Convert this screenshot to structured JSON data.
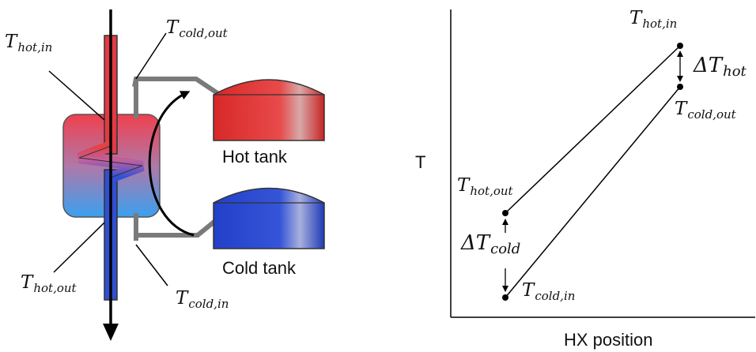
{
  "left": {
    "labels": {
      "t_hot_in": {
        "base": "T",
        "sub": "hot,in"
      },
      "t_cold_out": {
        "base": "T",
        "sub": "cold,out"
      },
      "t_hot_out": {
        "base": "T",
        "sub": "hot,out"
      },
      "t_cold_in": {
        "base": "T",
        "sub": "cold,in"
      }
    },
    "hot_tank_label": "Hot tank",
    "cold_tank_label": "Cold tank",
    "colors": {
      "hot": "#e53232",
      "cold": "#2f57d6",
      "pipe": "#7a7a7a"
    }
  },
  "right": {
    "y_axis_label": "T",
    "x_axis_label": "HX position",
    "labels": {
      "t_hot_in": {
        "base": "T",
        "sub": "hot,in"
      },
      "t_cold_out": {
        "base": "T",
        "sub": "cold,out"
      },
      "t_hot_out": {
        "base": "T",
        "sub": "hot,out"
      },
      "t_cold_in": {
        "base": "T",
        "sub": "cold,in"
      },
      "delta_t_hot": {
        "base": "ΔT",
        "sub": "hot"
      },
      "delta_t_cold": {
        "base": "ΔT",
        "sub": "cold"
      }
    }
  }
}
